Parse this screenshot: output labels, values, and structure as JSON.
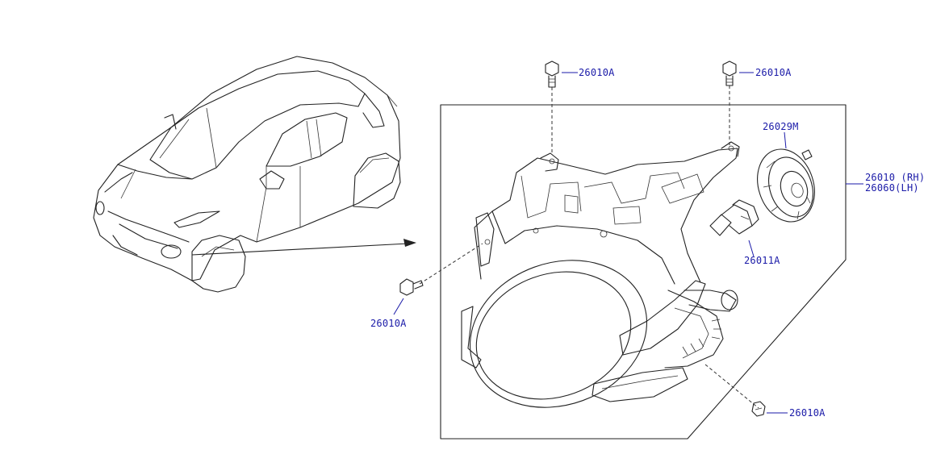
{
  "labels": {
    "bolt_top_left": "26010A",
    "bolt_top_right": "26010A",
    "cap": "26029M",
    "assembly_rh": "26010 (RH)",
    "assembly_lh": "26060(LH)",
    "bulb": "26011A",
    "bolt_side": "26010A",
    "bolt_bottom": "26010A"
  },
  "colors": {
    "label_text": "#1a1aa8",
    "linework": "#222222",
    "background": "#ffffff"
  },
  "icons": [
    "car-outline-icon",
    "headlamp-assembly-icon",
    "bolt-icon",
    "bulb-icon",
    "dust-cap-icon"
  ]
}
